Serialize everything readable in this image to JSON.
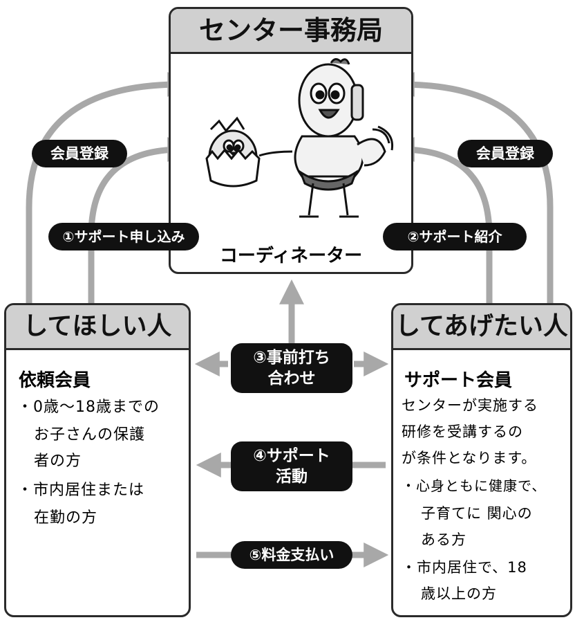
{
  "center": {
    "title": "センター事務局",
    "caption": "コーディネーター"
  },
  "left": {
    "title": "してほしい人",
    "member": "依頼会員",
    "lines": [
      "・0歳〜18歳までの",
      "お子さんの保護",
      "者の方",
      "・市内居住または",
      "在勤の方"
    ]
  },
  "right": {
    "title": "してあげたい人",
    "member": "サポート会員",
    "lines": [
      "センターが実施する",
      "研修を受講するの",
      "が条件となります。",
      "・心身ともに健康で、",
      "子育てに 関心の",
      "ある方",
      "・市内居住で、18",
      "歳以上の方"
    ]
  },
  "labels": {
    "register_left": "会員登録",
    "register_right": "会員登録",
    "apply": "①サポート申し込み",
    "introduce": "②サポート紹介",
    "meeting_1": "③事前打ち",
    "meeting_2": "合わせ",
    "activity_1": "④サポート",
    "activity_2": "活動",
    "payment": "⑤料金支払い"
  },
  "colors": {
    "arrow": "#a8a8a8",
    "head": "#d0d0d0",
    "label": "#111111"
  }
}
